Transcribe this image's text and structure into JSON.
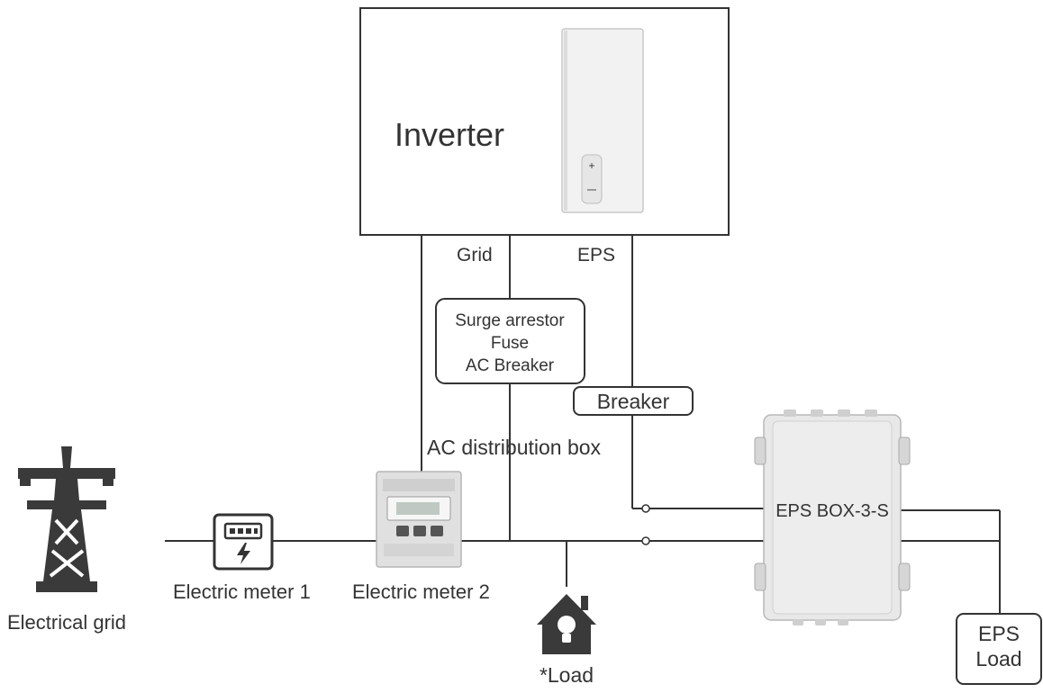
{
  "inverter": {
    "label": "Inverter"
  },
  "ports": {
    "grid": "Grid",
    "eps": "EPS"
  },
  "protection_box": {
    "lines": [
      "Surge arrestor",
      "Fuse",
      "AC Breaker"
    ]
  },
  "breaker": {
    "label": "Breaker"
  },
  "distribution": {
    "label": "AC distribution box"
  },
  "eps_box": {
    "label": "EPS BOX-3-S"
  },
  "eps_load": {
    "lines": [
      "EPS",
      "Load"
    ]
  },
  "meter1": {
    "label": "Electric meter 1"
  },
  "meter2": {
    "label": "Electric meter 2"
  },
  "grid": {
    "label": "Electrical grid"
  },
  "load": {
    "label": "*Load"
  },
  "colors": {
    "line": "#333333",
    "icon": "#3a3a3a",
    "device_light": "#e4e4e4"
  }
}
